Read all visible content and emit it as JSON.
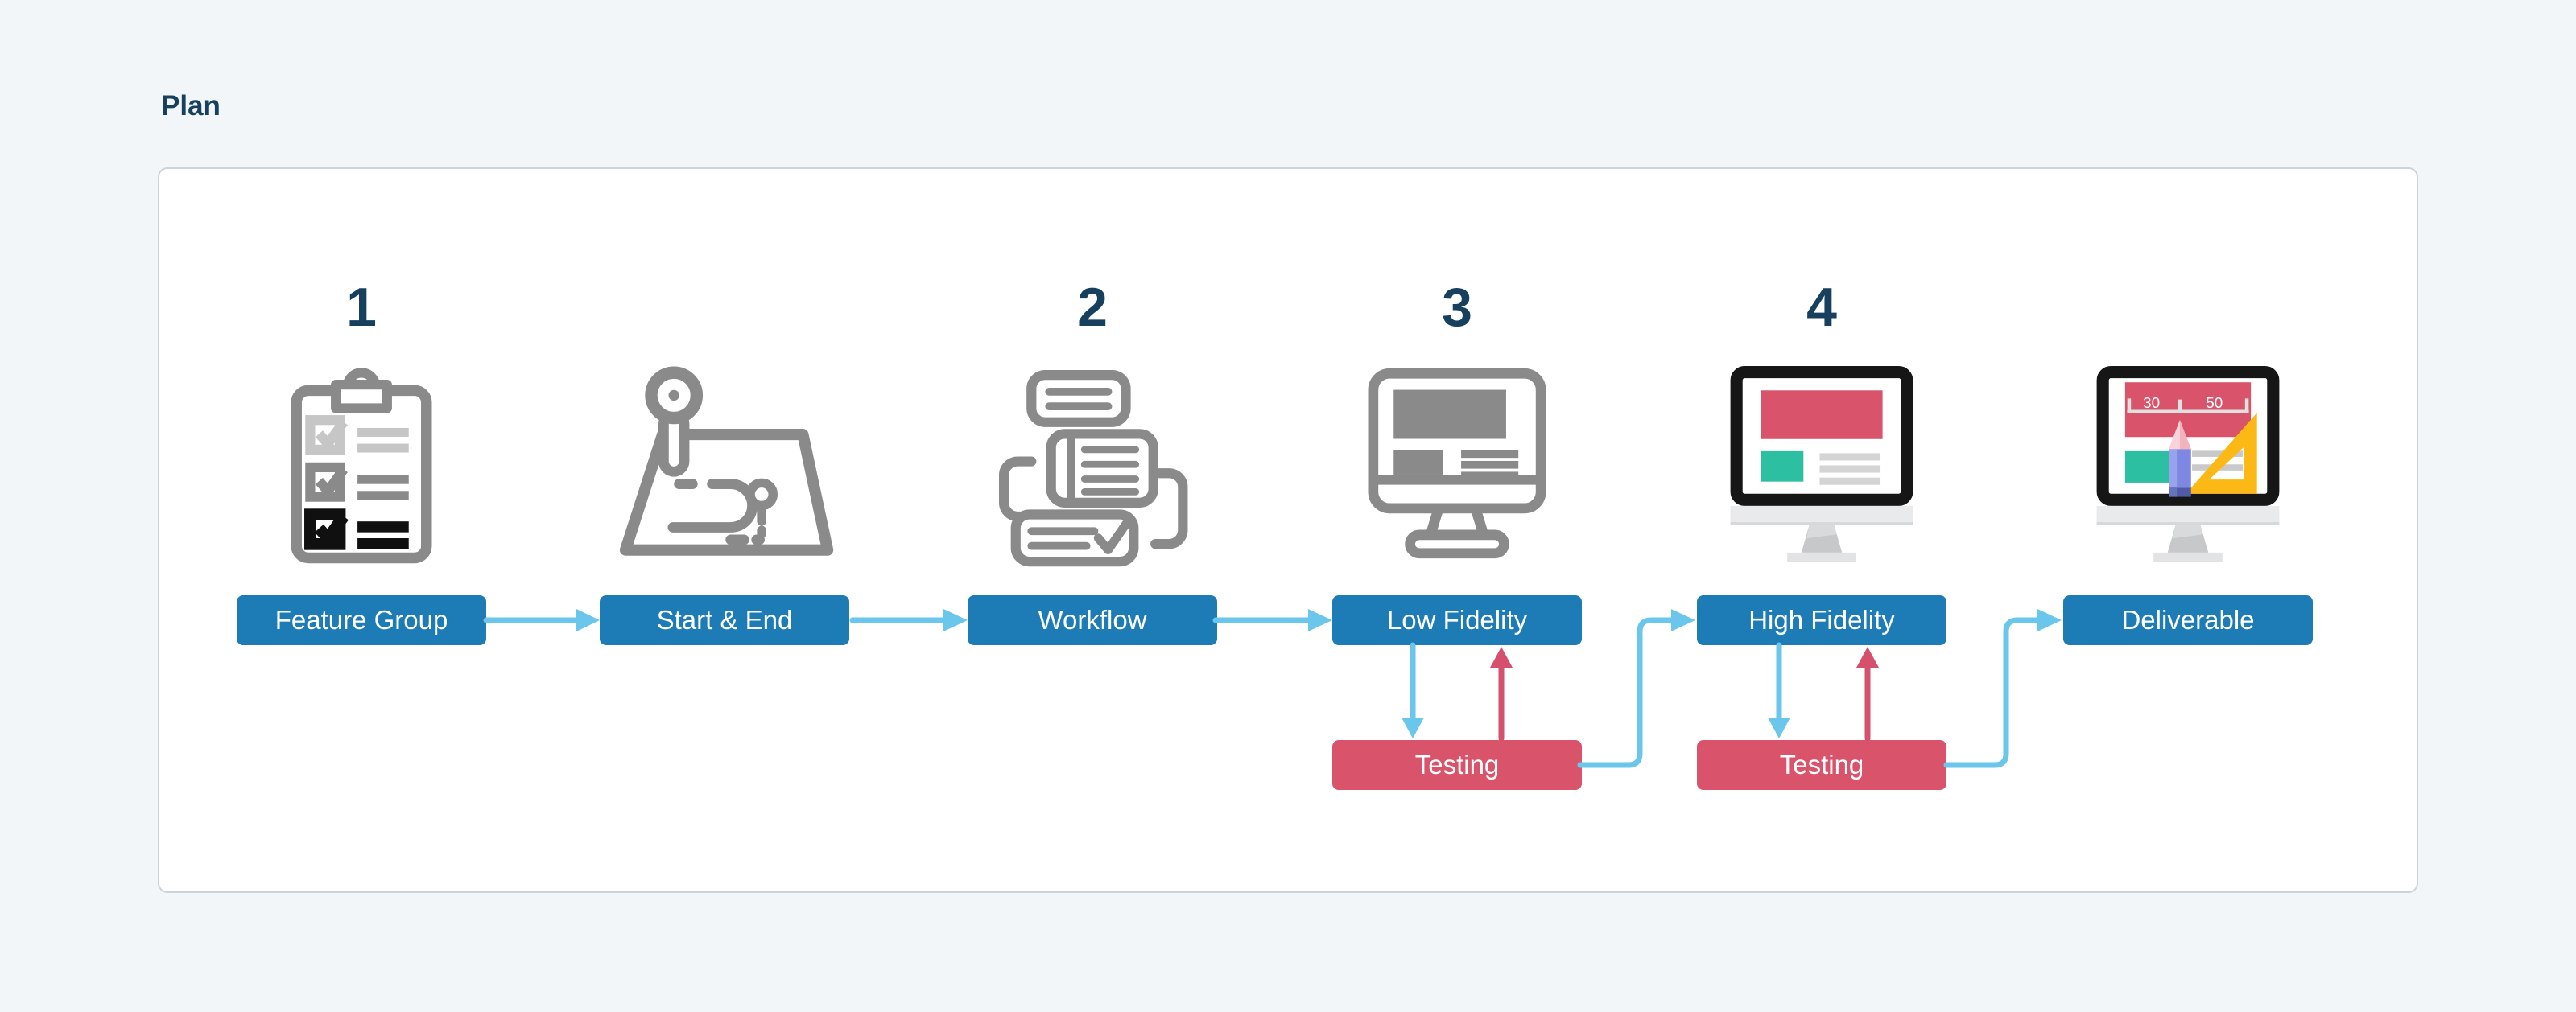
{
  "page": {
    "title": "Plan"
  },
  "diagram": {
    "steps": [
      {
        "number": "1",
        "label": "Feature Group",
        "icon": "clipboard-checklist-icon"
      },
      {
        "number": "",
        "label": "Start & End",
        "icon": "map-route-icon"
      },
      {
        "number": "2",
        "label": "Workflow",
        "icon": "stacked-tasks-icon"
      },
      {
        "number": "3",
        "label": "Low Fidelity",
        "icon": "wireframe-monitor-icon"
      },
      {
        "number": "4",
        "label": "High Fidelity",
        "icon": "mockup-monitor-icon"
      },
      {
        "number": "",
        "label": "Deliverable",
        "icon": "design-spec-monitor-icon"
      }
    ],
    "testing": [
      {
        "label": "Testing",
        "loops_with": "Low Fidelity"
      },
      {
        "label": "Testing",
        "loops_with": "High Fidelity"
      }
    ],
    "deliverable_screen": {
      "left_value": "30",
      "right_value": "50"
    },
    "connections": [
      {
        "from": "Feature Group",
        "to": "Start & End",
        "style": "blue-arrow-right"
      },
      {
        "from": "Start & End",
        "to": "Workflow",
        "style": "blue-arrow-right"
      },
      {
        "from": "Workflow",
        "to": "Low Fidelity",
        "style": "blue-arrow-right"
      },
      {
        "from": "Low Fidelity",
        "to": "Testing (1)",
        "style": "blue-arrow-down"
      },
      {
        "from": "Testing (1)",
        "to": "Low Fidelity",
        "style": "red-arrow-up"
      },
      {
        "from": "Testing (1)",
        "to": "High Fidelity",
        "style": "blue-elbow-right-up"
      },
      {
        "from": "High Fidelity",
        "to": "Testing (2)",
        "style": "blue-arrow-down"
      },
      {
        "from": "Testing (2)",
        "to": "High Fidelity",
        "style": "red-arrow-up"
      },
      {
        "from": "Testing (2)",
        "to": "Deliverable",
        "style": "blue-elbow-right-up"
      }
    ],
    "colors": {
      "step_box": "#1d7bb6",
      "testing_box": "#d9536a",
      "flow_arrow": "#6ac6ea",
      "return_arrow": "#d4506c",
      "heading": "#17405f",
      "background": "#f2f6f8",
      "card_background": "#ffffff",
      "card_border": "#ccd3dc",
      "icon_gray": "#8a8a8a",
      "icon_red": "#d9536a",
      "icon_teal": "#2dbfa2",
      "icon_yellow": "#fcb815",
      "icon_pencil_purple": "#7e88e2"
    }
  }
}
